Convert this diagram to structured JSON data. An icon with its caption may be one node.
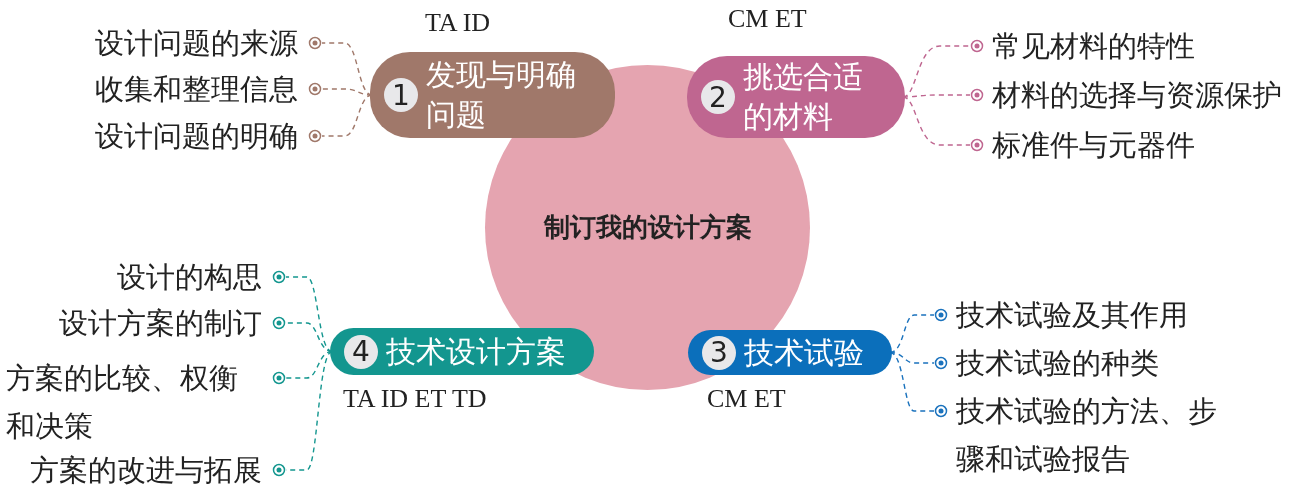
{
  "diagram": {
    "nodes": [
      {
        "text": [
          "制订我的设计方案"
        ]
      },
      {
        "text": [
          "1",
          "发现与明确问题"
        ],
        "beside": [
          "TA ID"
        ]
      },
      {
        "text": [
          "2",
          "挑选合适的材料"
        ],
        "beside": [
          "CM ET"
        ]
      },
      {
        "text": [
          "3",
          "技术试验"
        ],
        "beside": [
          "CM ET"
        ]
      },
      {
        "text": [
          "4",
          "技术设计方案"
        ],
        "beside": [
          "TA ID ET TD"
        ]
      },
      {
        "text": [
          "设计问题的来源"
        ]
      },
      {
        "text": [
          "收集和整理信息"
        ]
      },
      {
        "text": [
          "设计问题的明确"
        ]
      },
      {
        "text": [
          "常见材料的特性"
        ]
      },
      {
        "text": [
          "材料的选择与资源保护"
        ]
      },
      {
        "text": [
          "标准件与元器件"
        ]
      },
      {
        "text": [
          "技术试验及其作用"
        ]
      },
      {
        "text": [
          "技术试验的种类"
        ]
      },
      {
        "text": [
          "技术试验的方法、步骤和试验报告"
        ]
      },
      {
        "text": [
          "设计的构思"
        ]
      },
      {
        "text": [
          "设计方案的制订"
        ]
      },
      {
        "text": [
          "方案的比较、权衡和决策"
        ]
      },
      {
        "text": [
          "方案的改进与拓展"
        ]
      }
    ],
    "edges": [
      {
        "from": 1,
        "to": 5,
        "arrow": "other",
        "style": "dashed",
        "color": "#a0786a"
      },
      {
        "from": 1,
        "to": 6,
        "arrow": "other",
        "style": "dashed",
        "color": "#a0786a"
      },
      {
        "from": 1,
        "to": 7,
        "arrow": "other",
        "style": "dashed",
        "color": "#a0786a"
      },
      {
        "from": 2,
        "to": 8,
        "arrow": "other",
        "style": "dashed",
        "color": "#bf6690"
      },
      {
        "from": 2,
        "to": 9,
        "arrow": "other",
        "style": "dashed",
        "color": "#bf6690"
      },
      {
        "from": 2,
        "to": 10,
        "arrow": "other",
        "style": "dashed",
        "color": "#bf6690"
      },
      {
        "from": 3,
        "to": 11,
        "arrow": "other",
        "style": "dashed",
        "color": "#1a72bd"
      },
      {
        "from": 3,
        "to": 12,
        "arrow": "other",
        "style": "dashed",
        "color": "#1a72bd"
      },
      {
        "from": 3,
        "to": 13,
        "arrow": "other",
        "style": "dashed",
        "color": "#1a72bd"
      },
      {
        "from": 4,
        "to": 14,
        "arrow": "other",
        "style": "dashed"
      },
      {
        "from": 4,
        "to": 15,
        "arrow": "other",
        "style": "dashed"
      },
      {
        "from": 4,
        "to": 16,
        "arrow": "other",
        "style": "dashed"
      },
      {
        "from": 4,
        "to": 17,
        "arrow": "other",
        "style": "dashed"
      }
    ]
  }
}
